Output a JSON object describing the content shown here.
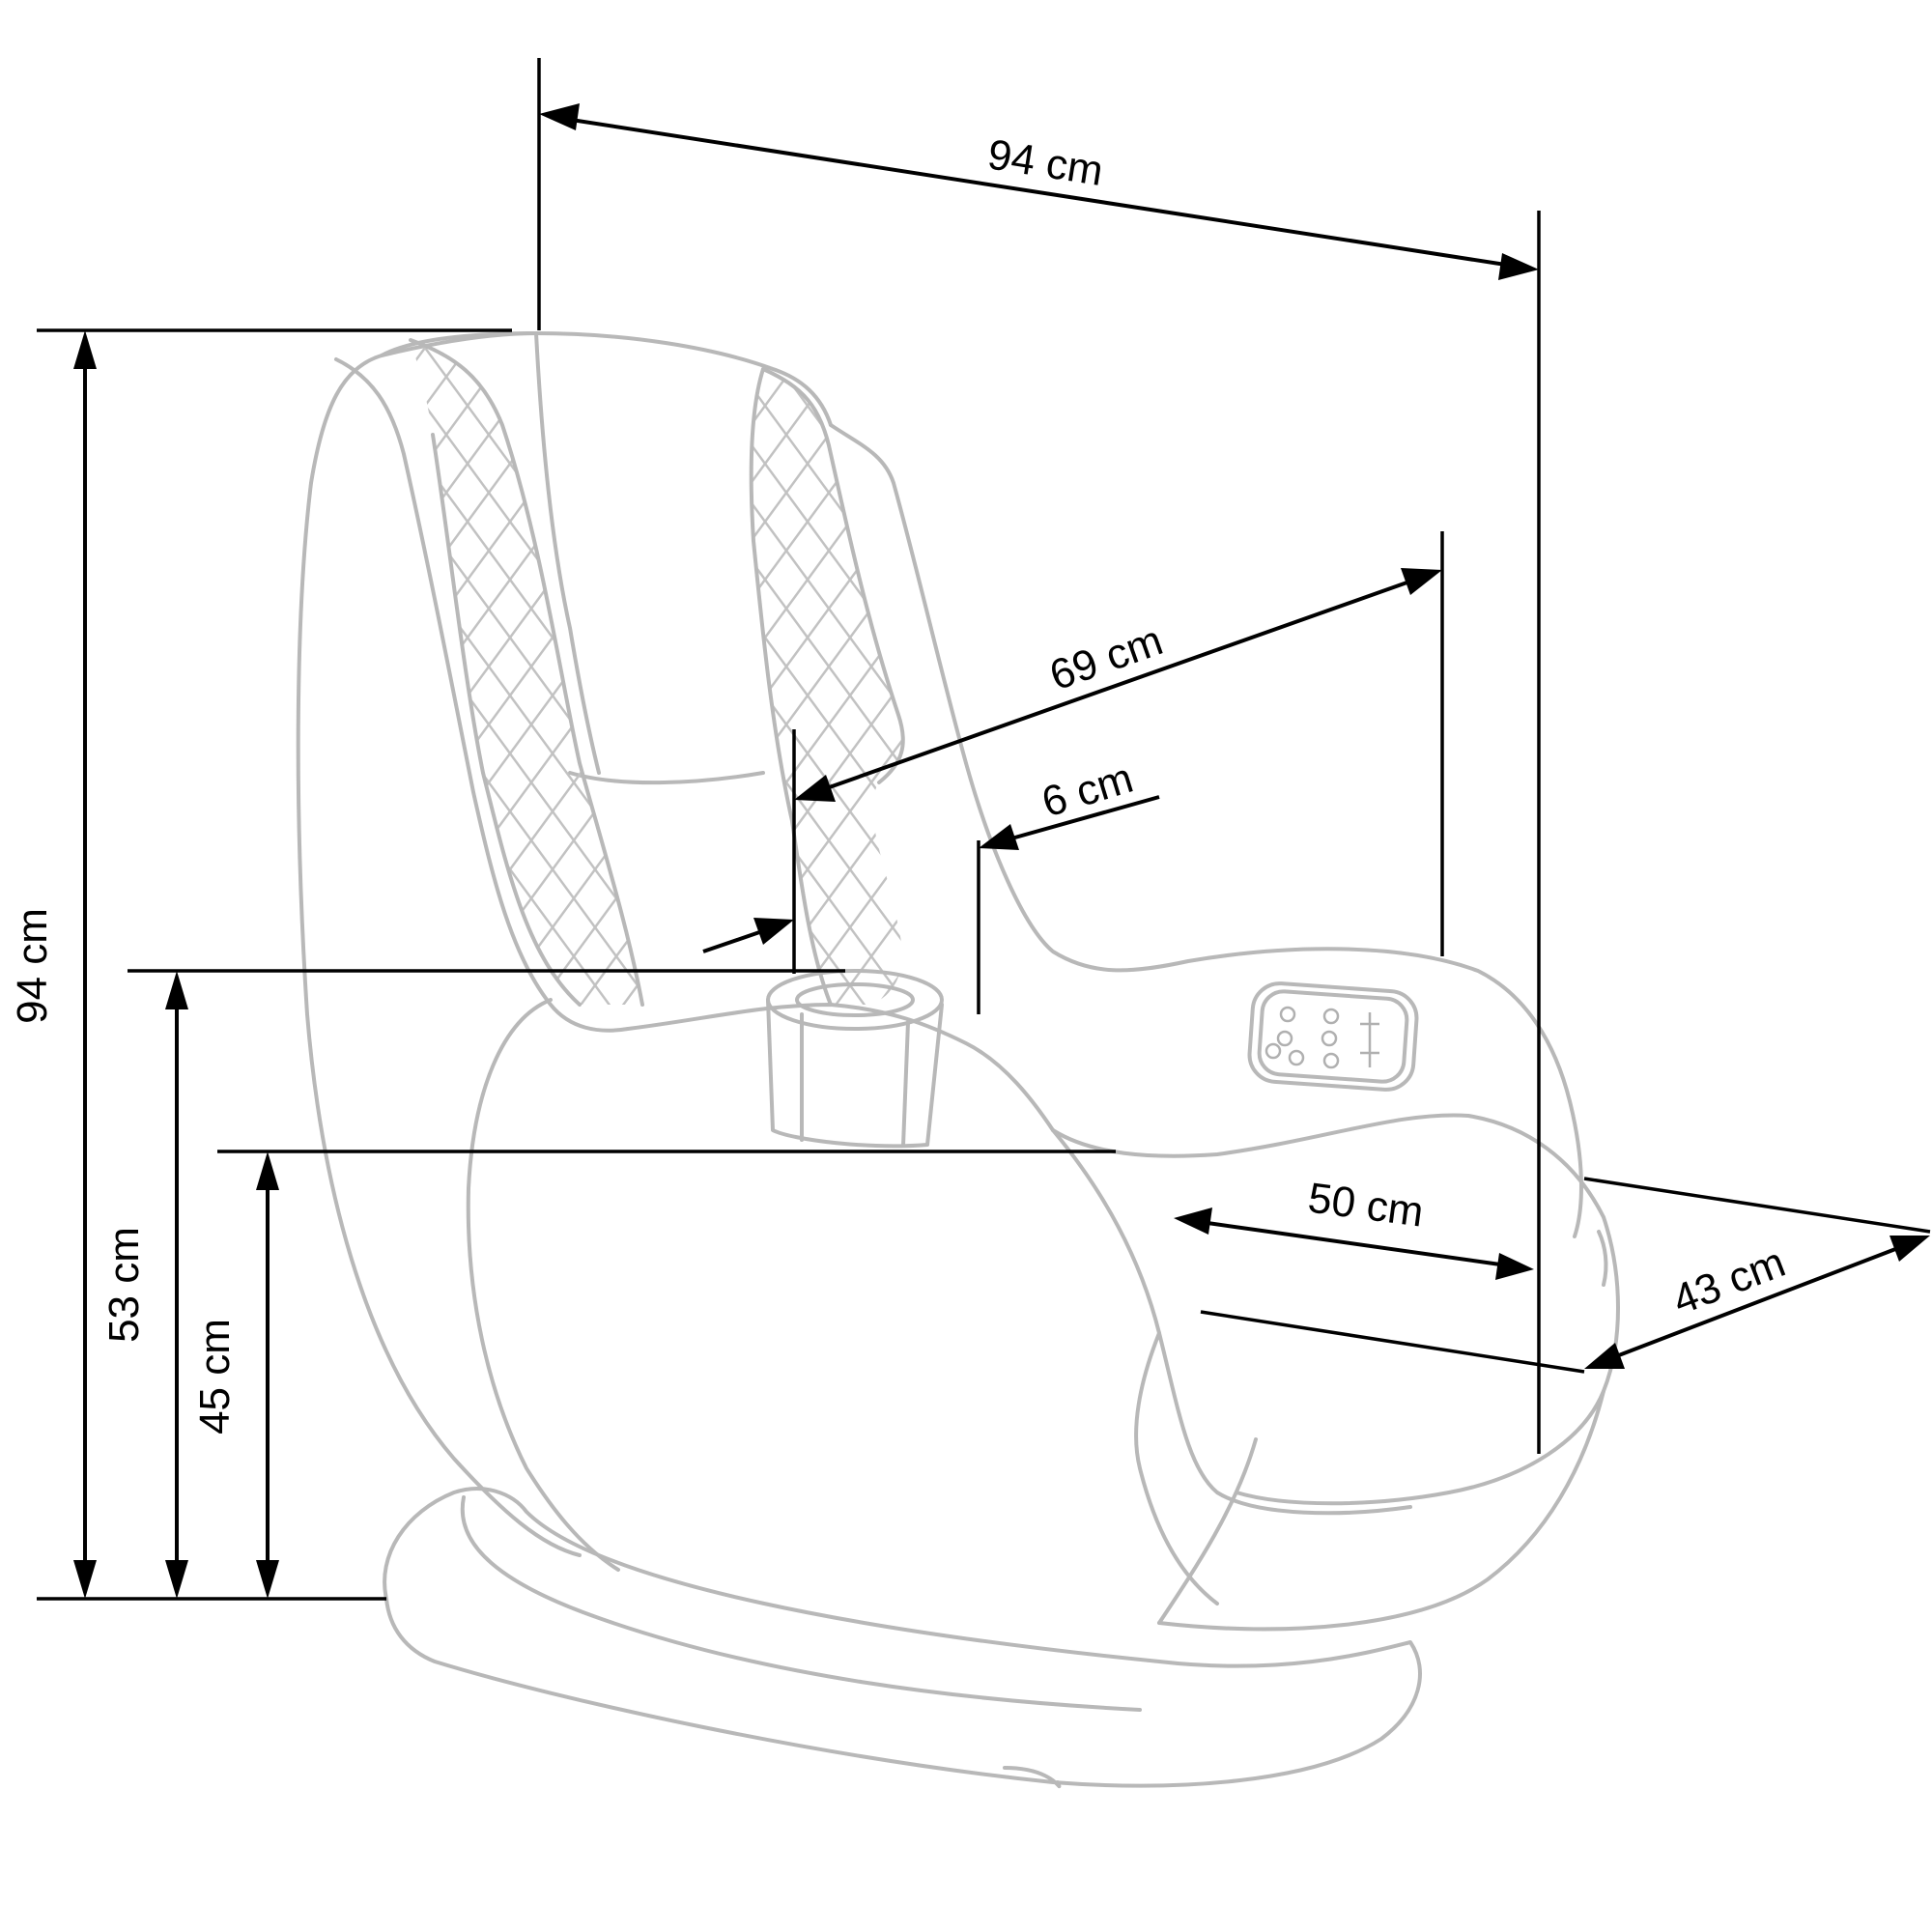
{
  "diagram": {
    "dimensions": {
      "depth": "94 cm",
      "height": "94 cm",
      "armrest_height": "53 cm",
      "seat_height": "45 cm",
      "backrest_width": "69 cm",
      "armrest_width": "6 cm",
      "seat_depth": "50 cm",
      "seat_width": "43 cm"
    }
  }
}
